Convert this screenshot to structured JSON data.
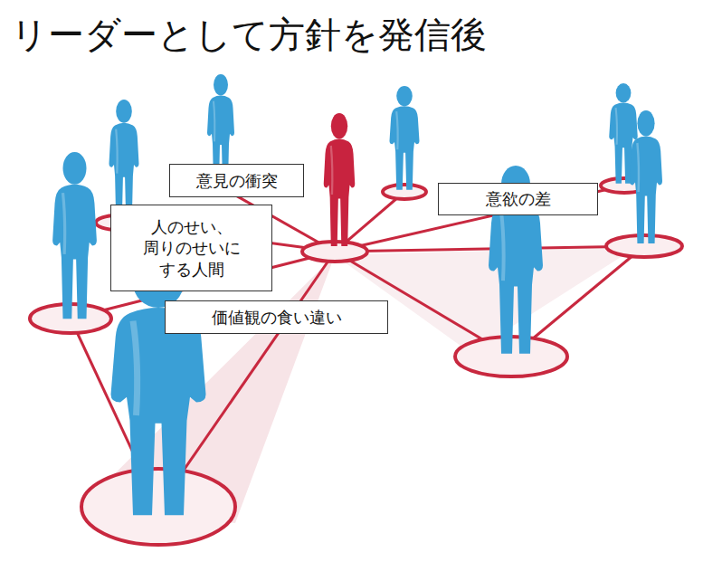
{
  "diagram": {
    "title": "リーダーとして方針を発信後",
    "nodes": [
      {
        "text": [
          "意見の衝突"
        ]
      },
      {
        "text": [
          "意欲の差"
        ]
      },
      {
        "text": [
          "人のせい、 周りのせいに する人間"
        ]
      },
      {
        "text": [
          "価値観の食い違い"
        ]
      }
    ]
  }
}
